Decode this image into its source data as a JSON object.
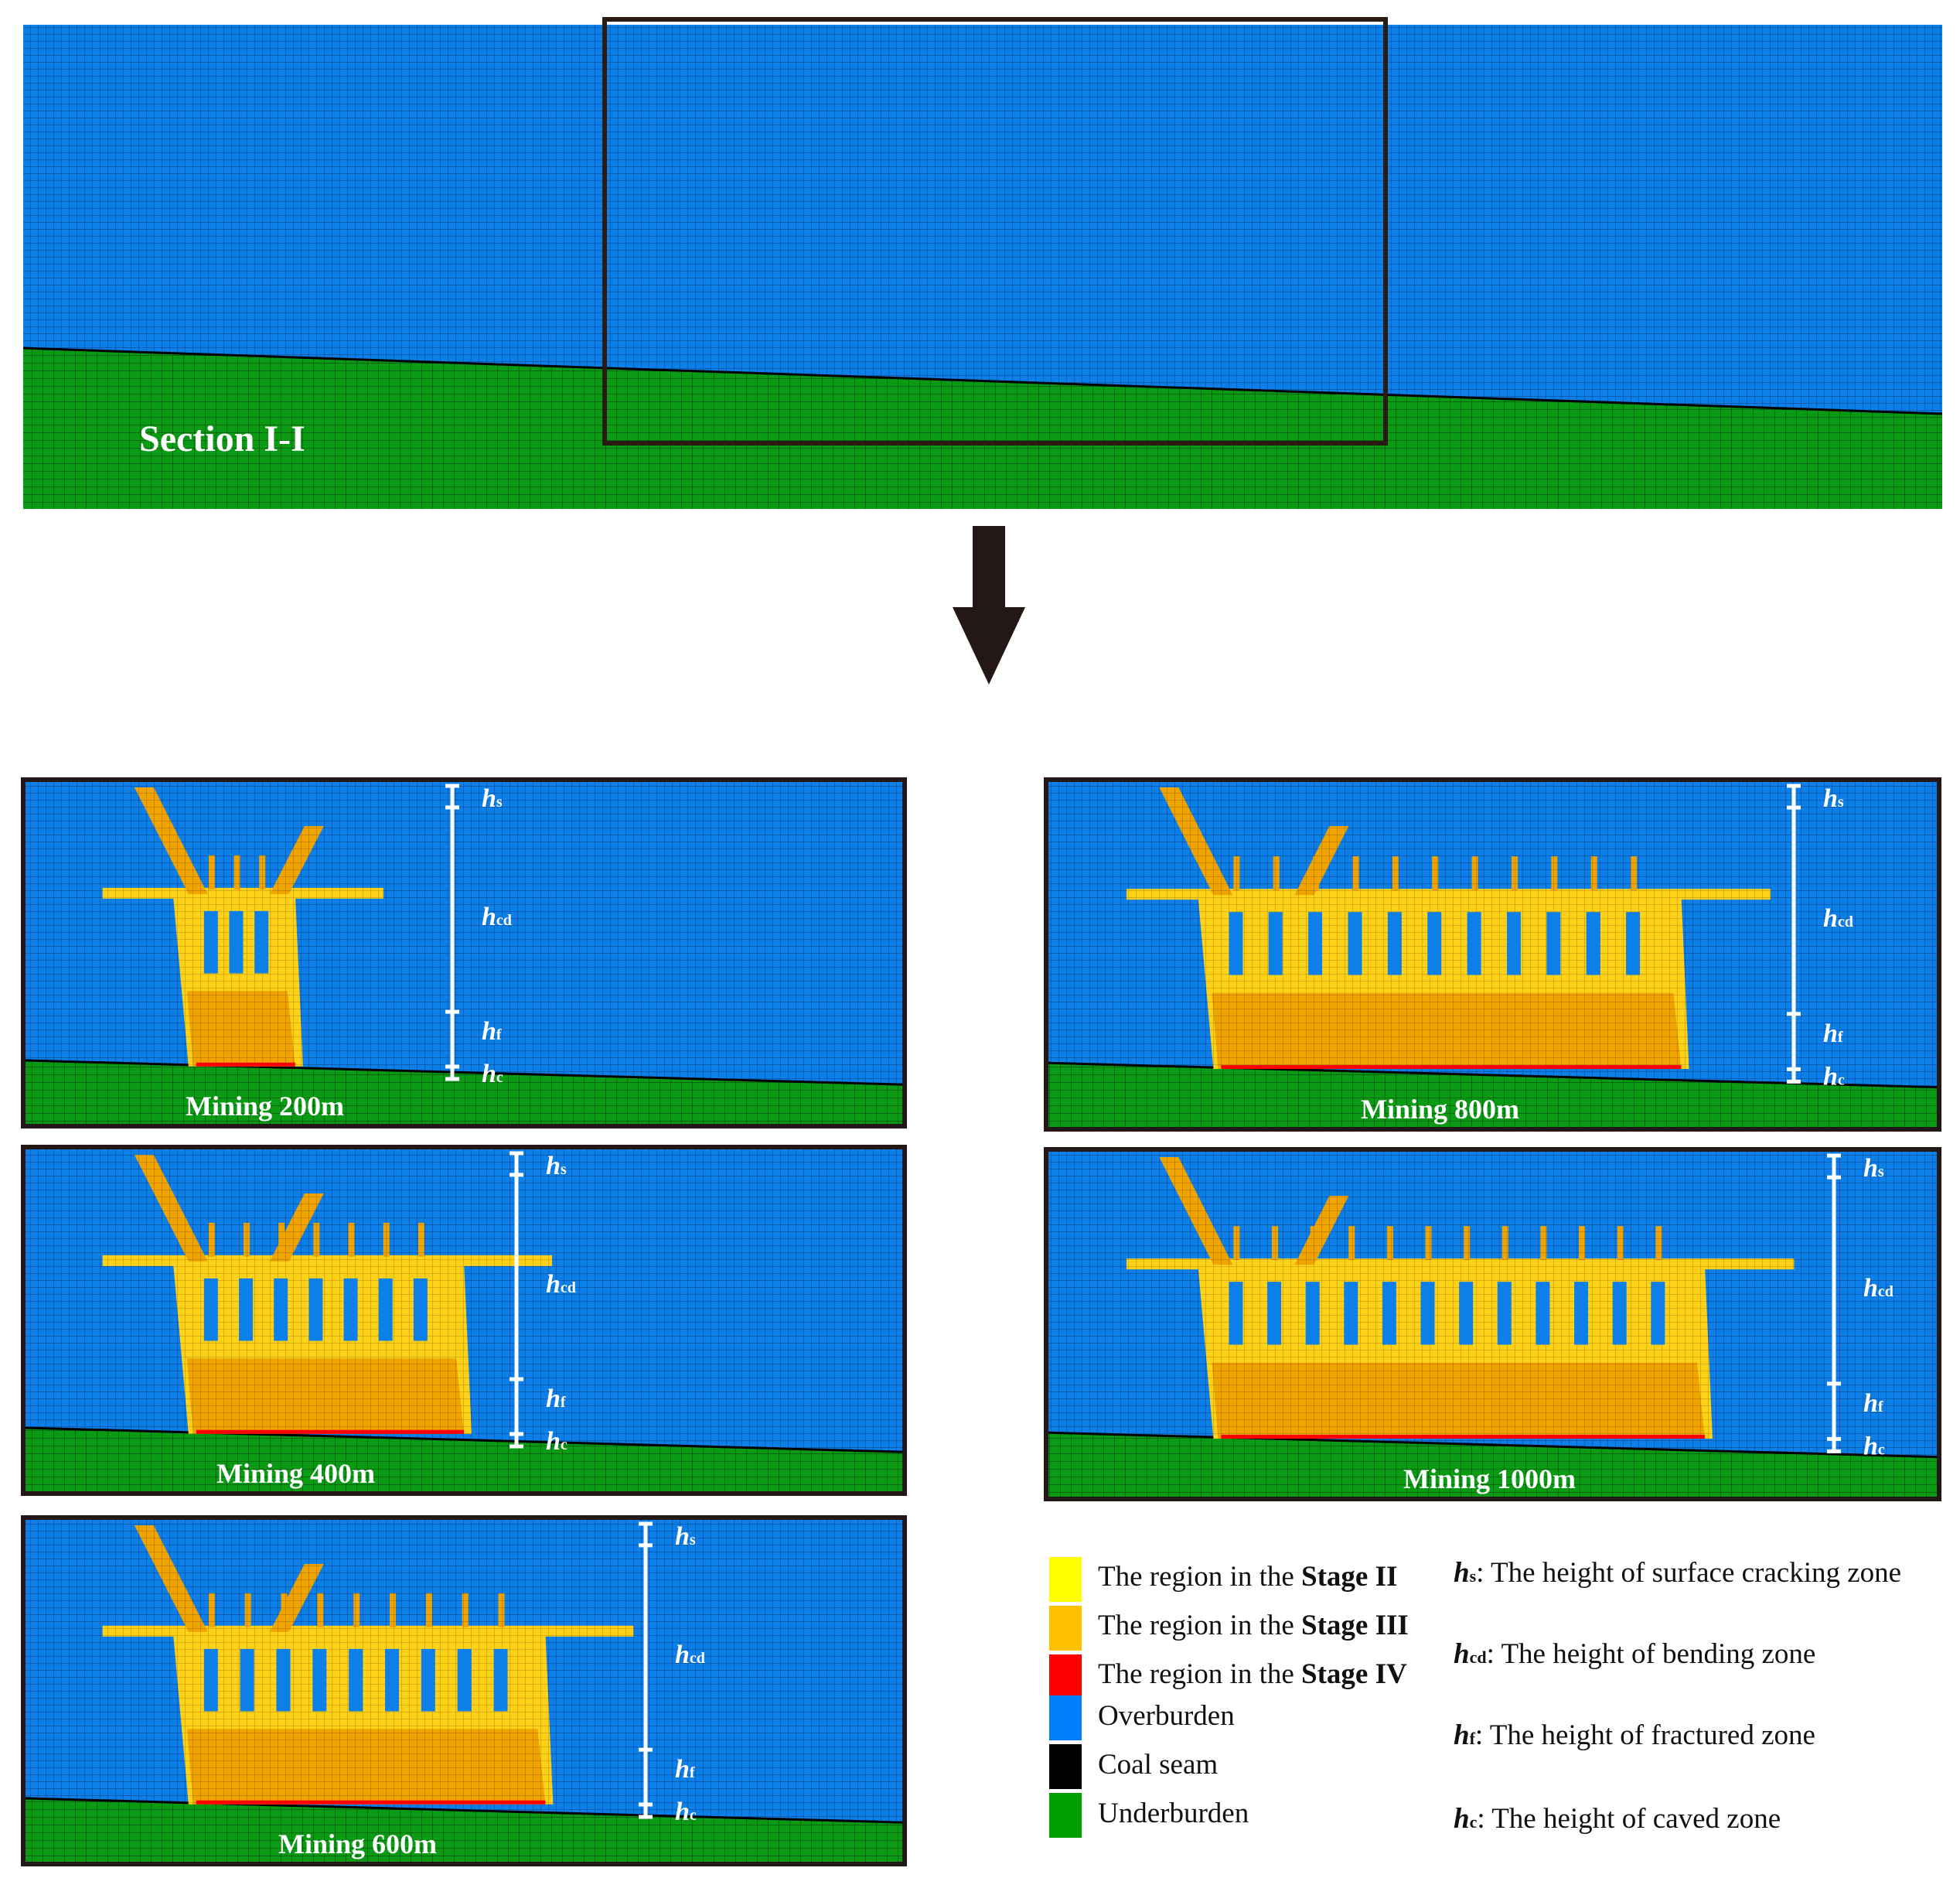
{
  "section": {
    "label": "Section I-I"
  },
  "panels": [
    {
      "label": "Mining 200m"
    },
    {
      "label": "Mining 400m"
    },
    {
      "label": "Mining 600m"
    },
    {
      "label": "Mining 800m"
    },
    {
      "label": "Mining 1000m"
    }
  ],
  "zones": {
    "hs": {
      "main": "h",
      "sub": "s"
    },
    "hcd": {
      "main": "h",
      "sub": "cd"
    },
    "hf": {
      "main": "h",
      "sub": "f"
    },
    "hc": {
      "main": "h",
      "sub": "c"
    }
  },
  "legend": {
    "stage2": {
      "prefix": "The region in the ",
      "bold": "Stage II",
      "color": "#ffff00"
    },
    "stage3": {
      "prefix": "The region in the ",
      "bold": "Stage III",
      "color": "#ffc000"
    },
    "stage4": {
      "prefix": "The region in the ",
      "bold": "Stage IV",
      "color": "#ff0000"
    },
    "overburden": {
      "label": "Overburden",
      "color": "#0080ff"
    },
    "coal": {
      "label": "Coal seam",
      "color": "#000000"
    },
    "underburden": {
      "label": "Underburden",
      "color": "#00a000"
    }
  },
  "definitions": {
    "hs": {
      "main": "h",
      "sub": "s",
      "text": ": The height of surface cracking zone"
    },
    "hcd": {
      "main": "h",
      "sub": "cd",
      "text": ": The height of bending zone"
    },
    "hf": {
      "main": "h",
      "sub": "f",
      "text": ": The height of fractured zone"
    },
    "hc": {
      "main": "h",
      "sub": "c",
      "text": ": The height of caved zone"
    }
  }
}
